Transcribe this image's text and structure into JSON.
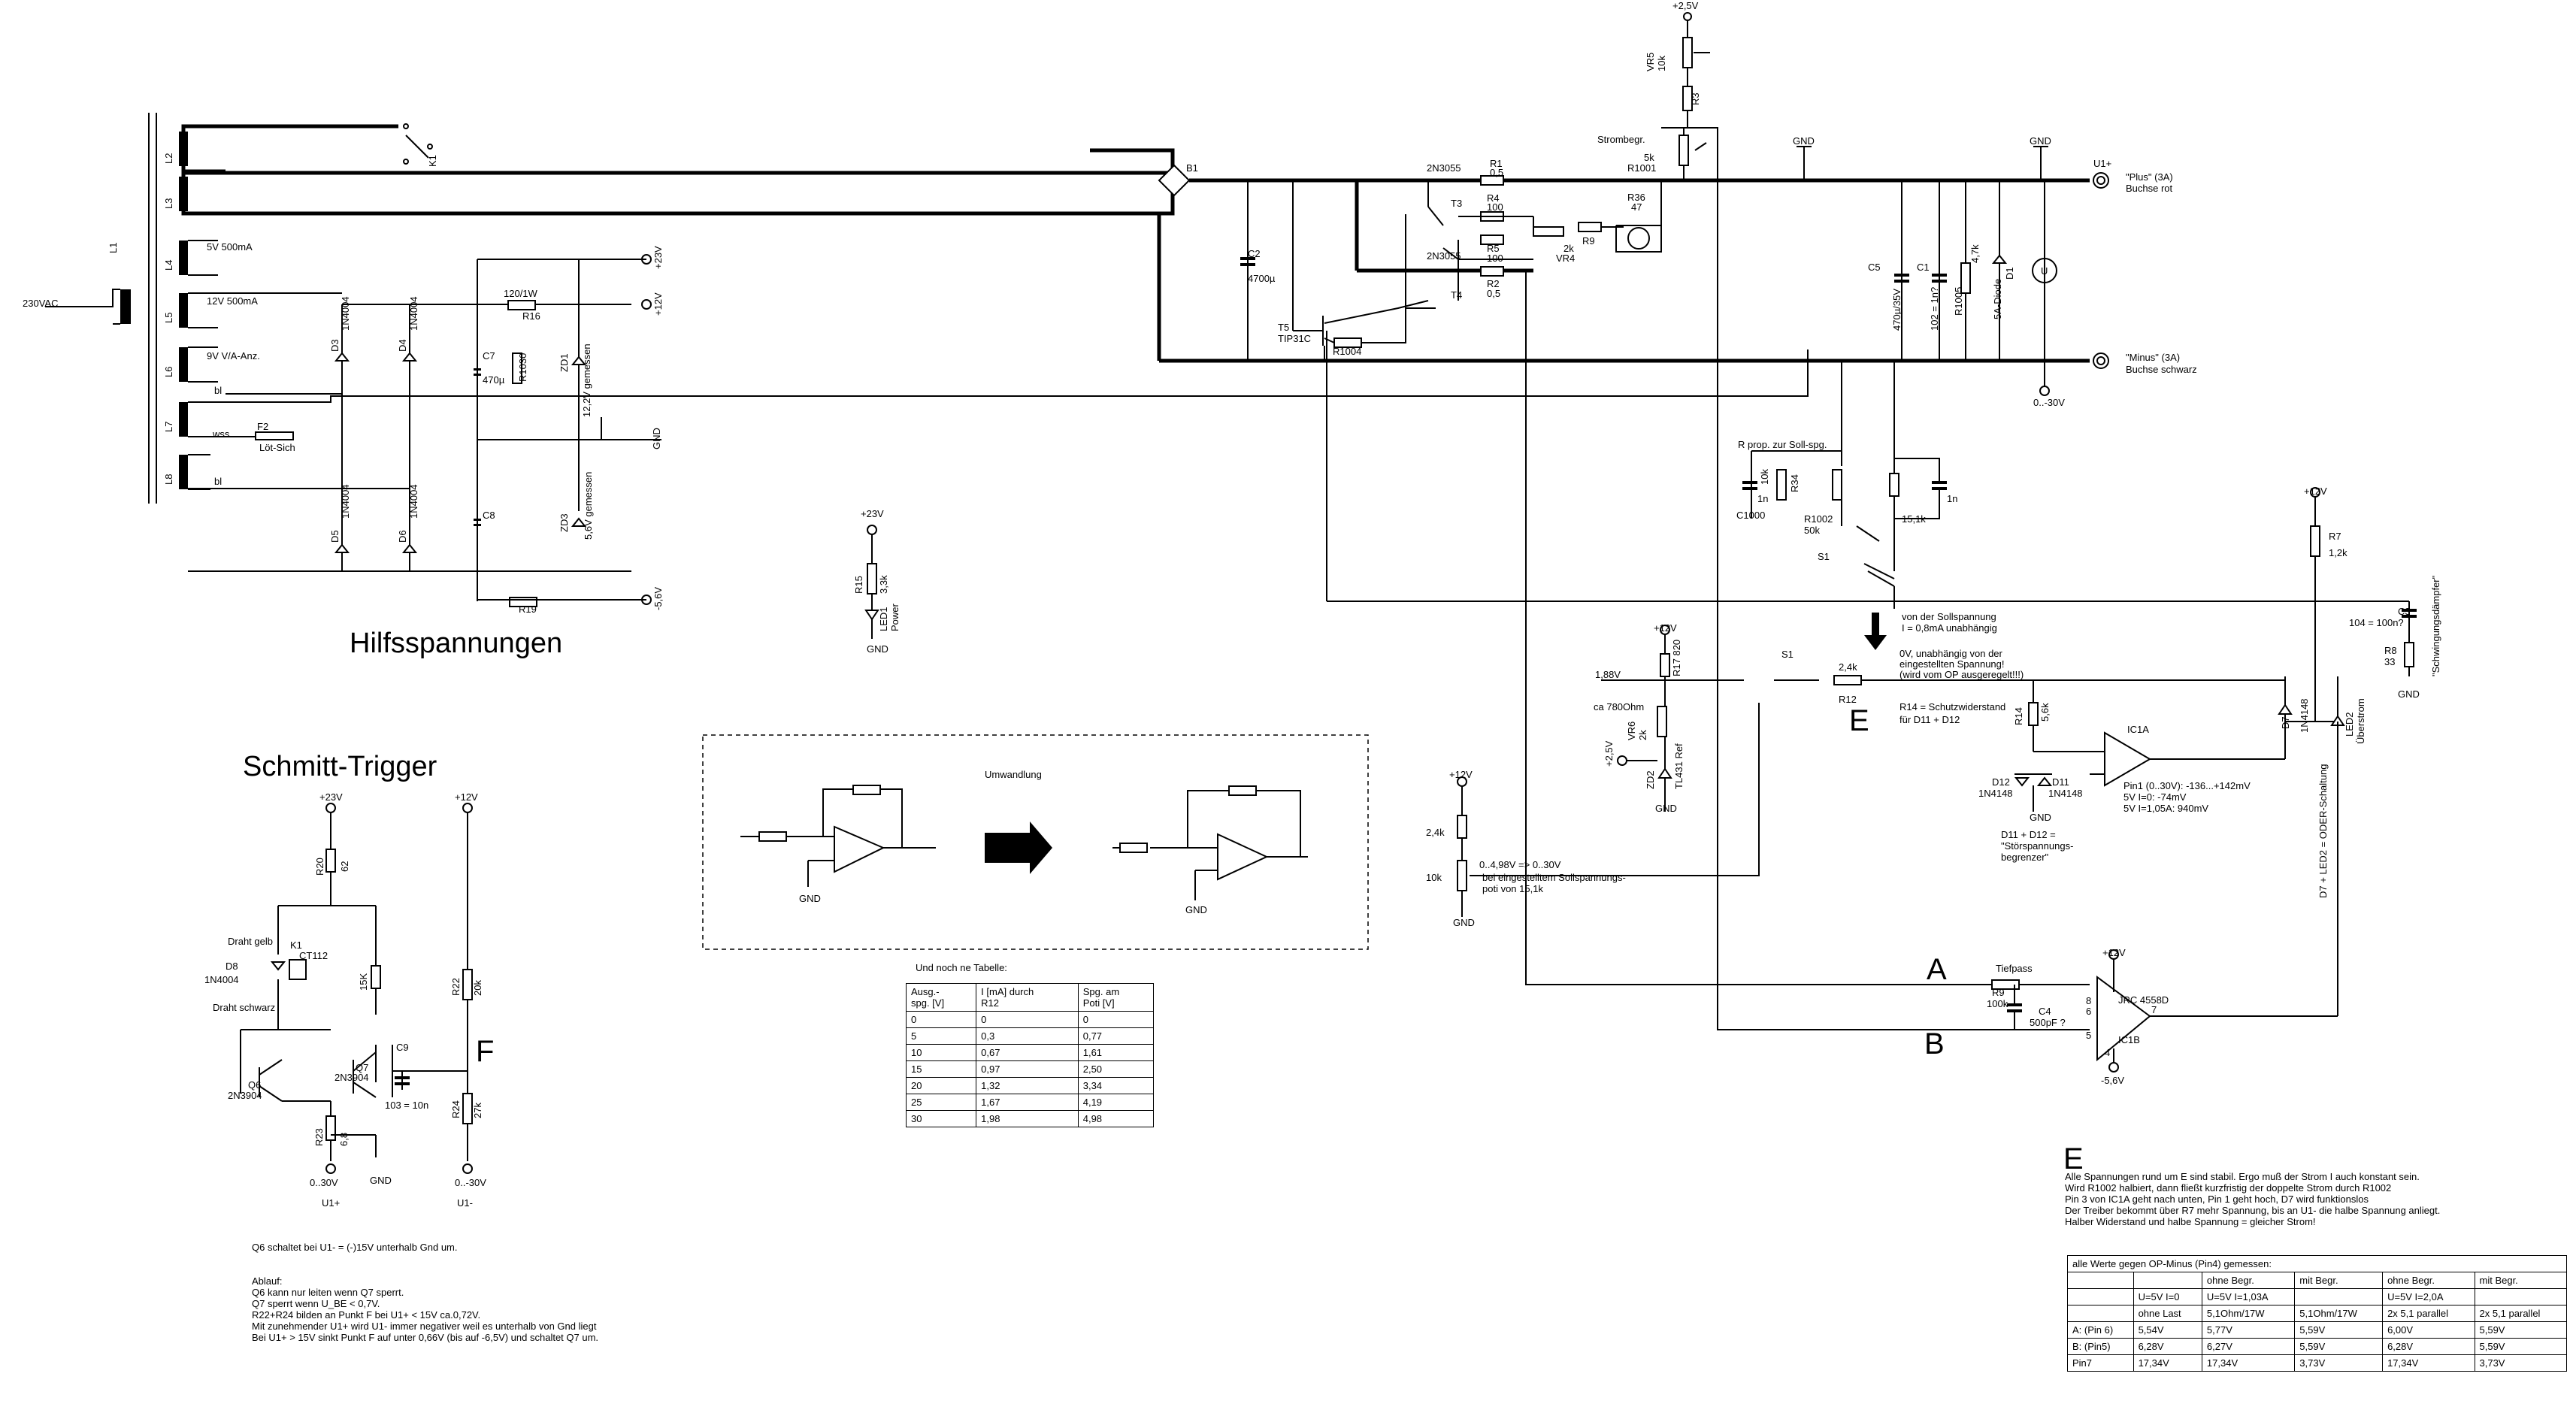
{
  "titles": {
    "hilfs": "Hilfsspannungen",
    "schmitt": "Schmitt-Trigger"
  },
  "transformer": {
    "mains": "230VAC",
    "l1": "L1",
    "l2": "L2",
    "l3": "L3",
    "l4": "L4",
    "l5": "L5",
    "l6": "L6",
    "l7": "L7",
    "l8": "L8",
    "w4": "5V 500mA",
    "w5": "12V 500mA",
    "w6": "9V V/A-Anz.",
    "bl1": "bl",
    "wss": "wss",
    "bl2": "bl",
    "k1": "K1",
    "f2": "F2",
    "f2b": "Löt-Sich"
  },
  "aux": {
    "d3": "D3",
    "d3t": "1N4004",
    "d4": "D4",
    "d4t": "1N4004",
    "d5": "D5",
    "d5t": "1N4004",
    "d6": "D6",
    "d6t": "1N4004",
    "r16v": "120/1W",
    "r16": "R16",
    "c7": "C7",
    "c7v": "470µ",
    "r1030": "R1030",
    "zd1": "ZD1",
    "zd1t": "12,2V gemessen",
    "c8": "C8",
    "zd3": "ZD3",
    "zd3t": "5,6V gemessen",
    "r19": "R19",
    "p23": "+23V",
    "p12": "+12V",
    "gnd": "GND",
    "m5": "-5,6V",
    "led_p23": "+23V",
    "r15": "R15",
    "r15v": "3,3k",
    "led1": "LED1",
    "led1t": "Power",
    "led_gnd": "GND"
  },
  "power": {
    "b1": "B1",
    "c2": "C2",
    "c2v": "4700µ",
    "t3": "2N3055",
    "t3n": "T3",
    "t4": "2N3055",
    "t4n": "T4",
    "r1": "R1",
    "r1v": "0,5",
    "r4": "R4",
    "r4v": "100",
    "r5": "R5",
    "r5v": "100",
    "r2": "R2",
    "r2v": "0,5",
    "t5": "T5",
    "t5t": "TIP31C",
    "r1004": "R1004",
    "vr4": "VR4",
    "vr4v": "2k",
    "r9": "R9",
    "r36": "R36",
    "r36v": "47",
    "vr5": "VR5",
    "vr5v": "10k",
    "p25": "+2,5V",
    "r3": "R3",
    "strombegr": "Strombegr.",
    "r1001v": "5k",
    "r1001": "R1001",
    "gnd1": "GND",
    "gnd2": "GND",
    "c5": "C5",
    "c5v": "470µ/35V",
    "c1": "C1",
    "c1v": "102 = 1n?",
    "r1005": "R1005",
    "r1005v": "4,7k",
    "d1": "D1",
    "d1t": "5A-Diode",
    "uplus": "U1+",
    "plus3a": "\"Plus\" (3A)",
    "rot": "Buchse rot",
    "minus3a": "\"Minus\" (3A)",
    "schwarz": "Buchse schwarz",
    "o30": "0..-30V",
    "meter": "U"
  },
  "ctrl": {
    "rprop": "R prop. zur Soll-spg.",
    "c1000": "C1000",
    "c1000v": "1n",
    "r34": "R34",
    "r34v": "10k",
    "r1002": "R1002",
    "r1002v": "50k",
    "r151": "15,1k",
    "cn": "1n",
    "s1": "S1",
    "p12r": "+12V",
    "r7": "R7",
    "r7v": "1,2k",
    "c3": "C3",
    "c3v": "104 = 100n?",
    "r8": "R8",
    "r8v": "33",
    "gnd3": "GND",
    "schwing": "\"Schwingungsdämpfer\"",
    "arrow1": "von der Sollspannung",
    "arrow2": "I = 0,8mA unabhängig",
    "ov1": "0V, unabhängig von der",
    "ov2": "eingestellten Spannung!",
    "ov3": "(wird vom OP ausgeregelt!!!)",
    "v188": "1,88V",
    "p12b": "+12V",
    "r17": "R17 820",
    "s1b": "S1",
    "r12v": "2,4k",
    "r12": "R12",
    "E": "E",
    "ca780": "ca 780Ohm",
    "vr6": "VR6",
    "vr6v": "2k",
    "p25b": "+2,5V",
    "zd2": "ZD2",
    "zd2t": "TL431 Ref",
    "gnd4": "GND",
    "r14n1": "R14 = Schutzwiderstand",
    "r14n2": "für D11 + D12",
    "r14": "R14",
    "r14v": "5,6k",
    "ic1a": "IC1A",
    "d12": "D12",
    "d12t": "1N4148",
    "d11": "D11",
    "d11t": "1N4148",
    "gnd5": "GND",
    "stor1": "D11 + D12 =",
    "stor2": "\"Störspannungs-",
    "stor3": "begrenzer\"",
    "pin1": "Pin1 (0..30V): -136...+142mV",
    "pin2": "5V I=0: -74mV",
    "pin3": "5V I=1,05A: 940mV",
    "d7": "D7",
    "d7t": "1N4148",
    "led2": "LED2",
    "led2t": "Überstrom",
    "oder": "D7 + LED2 = ODER-Schaltung",
    "p12c": "+12V",
    "r24k": "2,4k",
    "r10k": "10k",
    "gnd6": "GND",
    "div1": "0..4,98V => 0..30V",
    "div2": "bei eingestelltem Sollspannungs-",
    "div3": "poti von 15,1k",
    "A": "A",
    "B": "B",
    "tief": "Tiefpass",
    "r9b": "R9",
    "r9bv": "100k",
    "c4": "C4",
    "c4v": "500pF ?",
    "p12d": "+12V",
    "jrc": "JRC 4558D",
    "ic1b": "IC1B",
    "m56": "-5,6V",
    "pin8": "8",
    "pin5": "5",
    "pin6": "6",
    "pin7": "7",
    "pin4": "4"
  },
  "umw": {
    "title": "Umwandlung",
    "gnd1": "GND",
    "gnd2": "GND"
  },
  "schmitt": {
    "p23": "+23V",
    "r20": "R20",
    "r20v": "62",
    "p12": "+12V",
    "k1": "K1",
    "ct": "CT112",
    "d8": "D8",
    "d8t": "1N4004",
    "gelb": "Draht gelb",
    "schwarz": "Draht schwarz",
    "r15k": "15K",
    "r22": "R22",
    "r22v": "20k",
    "c9": "C9",
    "q7": "Q7",
    "q7t": "2N3904",
    "q6": "Q6",
    "q6t": "2N3904",
    "c9v": "103 = 10n",
    "F": "F",
    "r23": "R23",
    "r23v": "6,8",
    "r24": "R24",
    "r24v": "27k",
    "o30": "0..30V",
    "gnd": "GND",
    "o30b": "0..-30V",
    "u1p": "U1+",
    "u1m": "U1-"
  },
  "notes": {
    "q6": "Q6 schaltet bei U1- = (-)15V unterhalb Gnd um.",
    "ablauf": "Ablauf:\nQ6 kann nur leiten wenn Q7 sperrt.\nQ7 sperrt wenn U_BE < 0,7V.\nR22+R24 bilden an Punkt F bei U1+ < 15V ca.0,72V.\nMit zunehmender U1+ wird U1- immer negativer weil es unterhalb von Gnd liegt\nBei U1+ > 15V sinkt Punkt F auf unter 0,66V (bis auf -6,5V) und schaltet Q7 um.",
    "e_title": "E",
    "e_text": "Alle Spannungen rund um E sind stabil. Ergo muß der Strom I auch konstant sein.\nWird R1002 halbiert, dann fließt kurzfristig der doppelte Strom durch R1002\nPin 3 von IC1A geht nach unten, Pin 1 geht hoch, D7 wird funktionslos\nDer Treiber bekommt über R7 mehr Spannung, bis an U1- die halbe Spannung anliegt.\nHalber Widerstand und halbe Spannung = gleicher Strom!"
  },
  "table1": {
    "caption": "Und noch ne Tabelle:",
    "headers": [
      "Ausg.-\nspg. [V]",
      "I [mA] durch\nR12",
      "Spg. am\nPoti [V]"
    ],
    "rows": [
      [
        "0",
        "0",
        "0"
      ],
      [
        "5",
        "0,3",
        "0,77"
      ],
      [
        "10",
        "0,67",
        "1,61"
      ],
      [
        "15",
        "0,97",
        "2,50"
      ],
      [
        "20",
        "1,32",
        "3,34"
      ],
      [
        "25",
        "1,67",
        "4,19"
      ],
      [
        "30",
        "1,98",
        "4,98"
      ]
    ]
  },
  "table2": {
    "caption": "alle Werte gegen OP-Minus (Pin4) gemessen:",
    "rows": [
      [
        "",
        "",
        "ohne Begr.",
        "mit Begr.",
        "ohne Begr.",
        "mit Begr."
      ],
      [
        "",
        "U=5V I=0",
        "U=5V I=1,03A",
        "",
        "U=5V I=2,0A",
        ""
      ],
      [
        "",
        "ohne Last",
        "5,1Ohm/17W",
        "5,1Ohm/17W",
        "2x 5,1 parallel",
        "2x 5,1 parallel"
      ],
      [
        "A: (Pin 6)",
        "5,54V",
        "5,77V",
        "5,59V",
        "6,00V",
        "5,59V"
      ],
      [
        "B: (Pin5)",
        "6,28V",
        "6,27V",
        "5,59V",
        "6,28V",
        "5,59V"
      ],
      [
        "Pin7",
        "17,34V",
        "17,34V",
        "3,73V",
        "17,34V",
        "3,73V"
      ]
    ]
  }
}
